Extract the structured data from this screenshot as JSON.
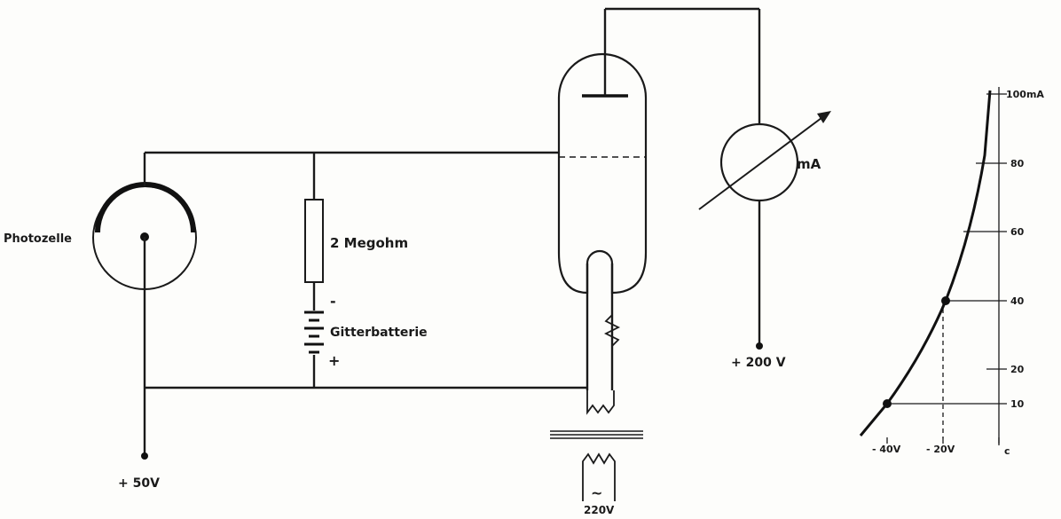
{
  "schematic": {
    "photocell_label": "Photozelle",
    "resistor_label": "2 Megohm",
    "battery_label": "Gitterbatterie",
    "battery_minus": "-",
    "battery_plus": "+",
    "supply_50": "+ 50V",
    "supply_200": "+ 200 V",
    "meter_label": "mA",
    "mains_label": "220V",
    "mains_symbol": "~"
  },
  "graph": {
    "y_ticks": [
      "100mA",
      "80",
      "60",
      "40",
      "20",
      "10"
    ],
    "x_ticks": [
      "- 40V",
      "- 20V"
    ],
    "x_end_label": "c"
  }
}
